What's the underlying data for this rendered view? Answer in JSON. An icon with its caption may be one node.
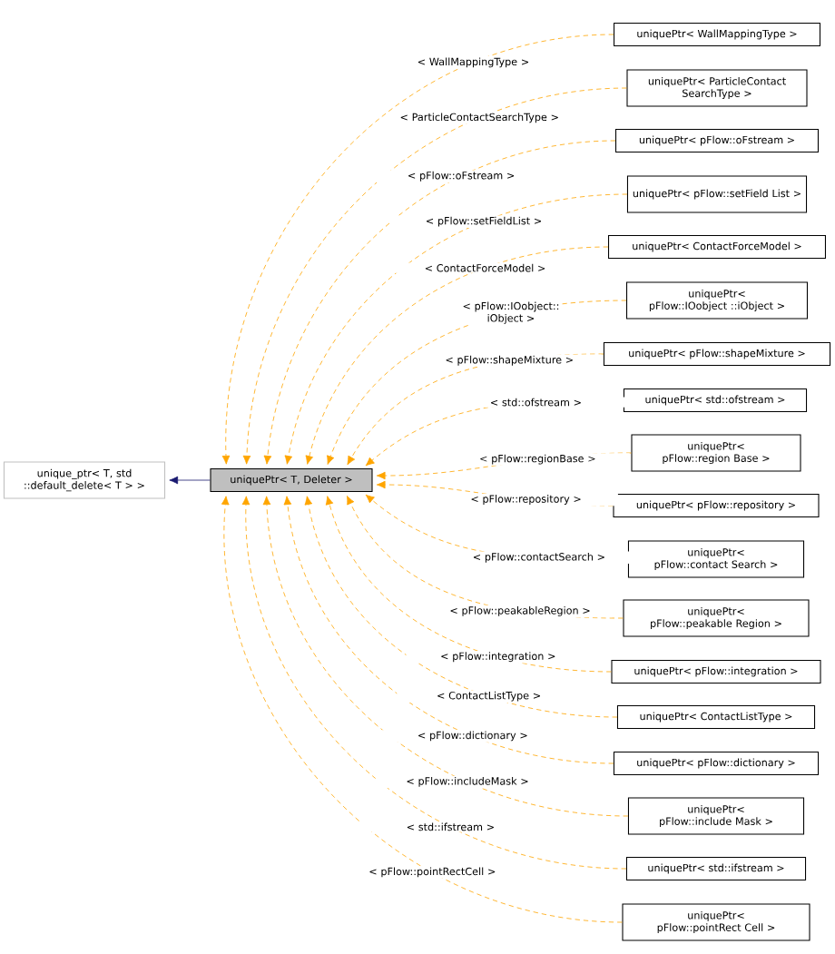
{
  "diagram": {
    "nodes": [
      {
        "text": [
          "unique_ptr< T, std ::default_delete< T > >"
        ]
      },
      {
        "text": [
          "uniquePtr< T, Deleter >"
        ]
      },
      {
        "text": [
          "uniquePtr< WallMappingType >"
        ]
      },
      {
        "text": [
          "uniquePtr< ParticleContact SearchType >"
        ]
      },
      {
        "text": [
          "uniquePtr< pFlow::oFstream >"
        ]
      },
      {
        "text": [
          "uniquePtr< pFlow::setField List >"
        ]
      },
      {
        "text": [
          "uniquePtr< ContactForceModel >"
        ]
      },
      {
        "text": [
          "uniquePtr< pFlow::IOobject ::iObject >"
        ]
      },
      {
        "text": [
          "uniquePtr< pFlow::shapeMixture >"
        ]
      },
      {
        "text": [
          "uniquePtr< std::ofstream >"
        ]
      },
      {
        "text": [
          "uniquePtr< pFlow::region Base >"
        ]
      },
      {
        "text": [
          "uniquePtr< pFlow::repository >"
        ]
      },
      {
        "text": [
          "uniquePtr< pFlow::contact Search >"
        ]
      },
      {
        "text": [
          "uniquePtr< pFlow::peakable Region >"
        ]
      },
      {
        "text": [
          "uniquePtr< pFlow::integration >"
        ]
      },
      {
        "text": [
          "uniquePtr< ContactListType >"
        ]
      },
      {
        "text": [
          "uniquePtr< pFlow::dictionary >"
        ]
      },
      {
        "text": [
          "uniquePtr< pFlow::include Mask >"
        ]
      },
      {
        "text": [
          "uniquePtr< std::ifstream >"
        ]
      },
      {
        "text": [
          "uniquePtr< pFlow::pointRect Cell >"
        ]
      }
    ],
    "edges": [
      {
        "from": 1,
        "to": 0,
        "arrow": "to",
        "color": "#191970"
      },
      {
        "from": 2,
        "to": 1,
        "arrow": "to",
        "style": "dashed",
        "label": "< WallMappingType >"
      },
      {
        "from": 3,
        "to": 1,
        "arrow": "to",
        "style": "dashed",
        "label": "< ParticleContactSearchType >"
      },
      {
        "from": 4,
        "to": 1,
        "arrow": "to",
        "style": "dashed",
        "label": "< pFlow::oFstream >"
      },
      {
        "from": 5,
        "to": 1,
        "arrow": "to",
        "style": "dashed",
        "label": "< pFlow::setFieldList >"
      },
      {
        "from": 6,
        "to": 1,
        "arrow": "to",
        "style": "dashed",
        "label": "< ContactForceModel >"
      },
      {
        "from": 7,
        "to": 1,
        "arrow": "to",
        "style": "dashed",
        "label": "< pFlow::IOobject:: iObject >"
      },
      {
        "from": 8,
        "to": 1,
        "arrow": "to",
        "style": "dashed",
        "label": "< pFlow::shapeMixture >"
      },
      {
        "from": 9,
        "to": 1,
        "arrow": "to",
        "style": "dashed",
        "label": "< std::ofstream >"
      },
      {
        "from": 10,
        "to": 1,
        "arrow": "to",
        "style": "dashed",
        "label": "< pFlow::regionBase >"
      },
      {
        "from": 11,
        "to": 1,
        "arrow": "to",
        "style": "dashed",
        "label": "< pFlow::repository >"
      },
      {
        "from": 12,
        "to": 1,
        "arrow": "to",
        "style": "dashed",
        "label": "< pFlow::contactSearch >"
      },
      {
        "from": 13,
        "to": 1,
        "arrow": "to",
        "style": "dashed",
        "label": "< pFlow::peakableRegion >"
      },
      {
        "from": 14,
        "to": 1,
        "arrow": "to",
        "style": "dashed",
        "label": "< pFlow::integration >"
      },
      {
        "from": 15,
        "to": 1,
        "arrow": "to",
        "style": "dashed",
        "label": "< ContactListType >"
      },
      {
        "from": 16,
        "to": 1,
        "arrow": "to",
        "style": "dashed",
        "label": "< pFlow::dictionary >"
      },
      {
        "from": 17,
        "to": 1,
        "arrow": "to",
        "style": "dashed",
        "label": "< pFlow::includeMask >"
      },
      {
        "from": 18,
        "to": 1,
        "arrow": "to",
        "style": "dashed",
        "label": "< std::ifstream >"
      },
      {
        "from": 19,
        "to": 1,
        "arrow": "to",
        "style": "dashed",
        "label": "< pFlow::pointRectCell >"
      }
    ]
  }
}
